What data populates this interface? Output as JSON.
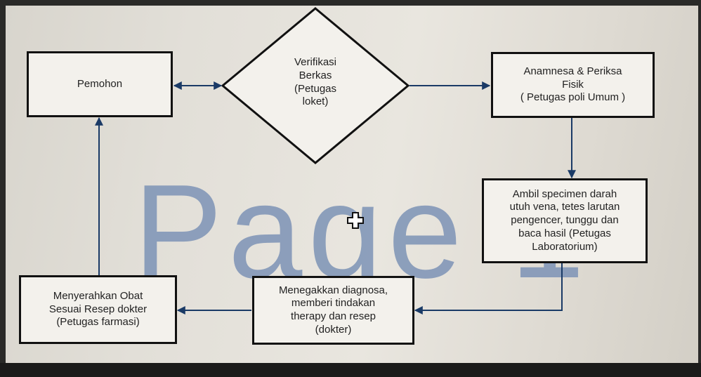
{
  "diagram": {
    "watermark": "Page 1",
    "nodes": {
      "pemohon": "Pemohon",
      "verifikasi": "Verifikasi\nBerkas\n(Petugas\nloket)",
      "anamnesa": "Anamnesa & Periksa\nFisik\n( Petugas poli Umum )",
      "specimen": "Ambil specimen darah\nutuh vena, tetes larutan\npengencer, tunggu dan\nbaca hasil  (Petugas\nLaboratorium)",
      "diagnosa": "Menegakkan diagnosa,\nmemberi tindakan\ntherapy dan resep\n(dokter)",
      "farmasi": "Menyerahkan Obat\nSesuai Resep dokter\n(Petugas farmasi)"
    }
  }
}
